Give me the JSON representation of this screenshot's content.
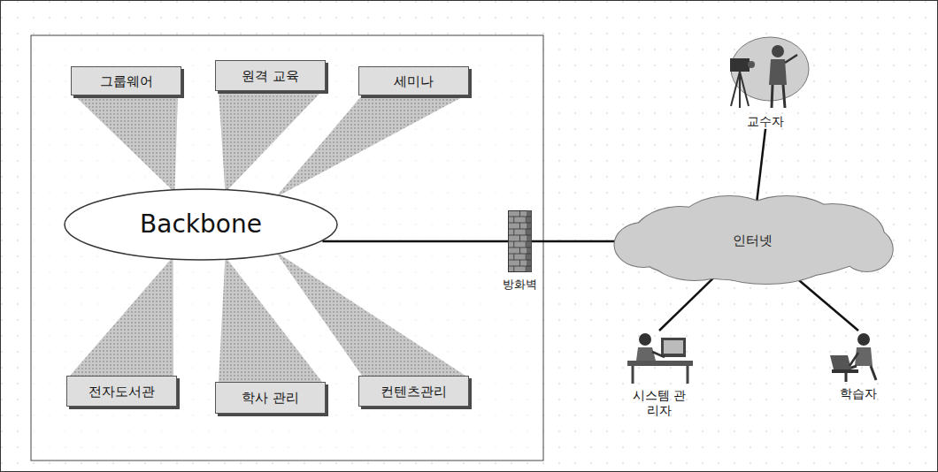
{
  "diagram": {
    "nodes": [
      {
        "text": [
          "그룹웨어"
        ]
      },
      {
        "text": [
          "원격 교육"
        ]
      },
      {
        "text": [
          "세미나"
        ]
      },
      {
        "text": [
          "Backbone"
        ]
      },
      {
        "text": [
          "전자도서관"
        ]
      },
      {
        "text": [
          "학사 관리"
        ]
      },
      {
        "text": [
          "컨텐츠관리"
        ]
      },
      {
        "text": [
          "방화벽"
        ]
      },
      {
        "text": [
          "인터넷"
        ]
      },
      {
        "text": [
          "교수자"
        ]
      },
      {
        "text": [
          "시스템 관리자"
        ]
      },
      {
        "text": [
          "학습자"
        ]
      }
    ],
    "edges": [
      {
        "from": 0,
        "to": 3,
        "arrow": "to"
      },
      {
        "from": 1,
        "to": 3,
        "arrow": "to"
      },
      {
        "from": 2,
        "to": 3,
        "arrow": "to"
      },
      {
        "from": 4,
        "to": 3,
        "arrow": "to"
      },
      {
        "from": 5,
        "to": 3,
        "arrow": "to"
      },
      {
        "from": 6,
        "to": 3,
        "arrow": "to"
      },
      {
        "from": 3,
        "to": 7,
        "arrow": "none"
      },
      {
        "from": 7,
        "to": 8,
        "arrow": "none"
      },
      {
        "from": 8,
        "to": 9,
        "arrow": "none"
      },
      {
        "from": 8,
        "to": 10,
        "arrow": "none"
      },
      {
        "from": 8,
        "to": 11,
        "arrow": "none"
      }
    ]
  }
}
